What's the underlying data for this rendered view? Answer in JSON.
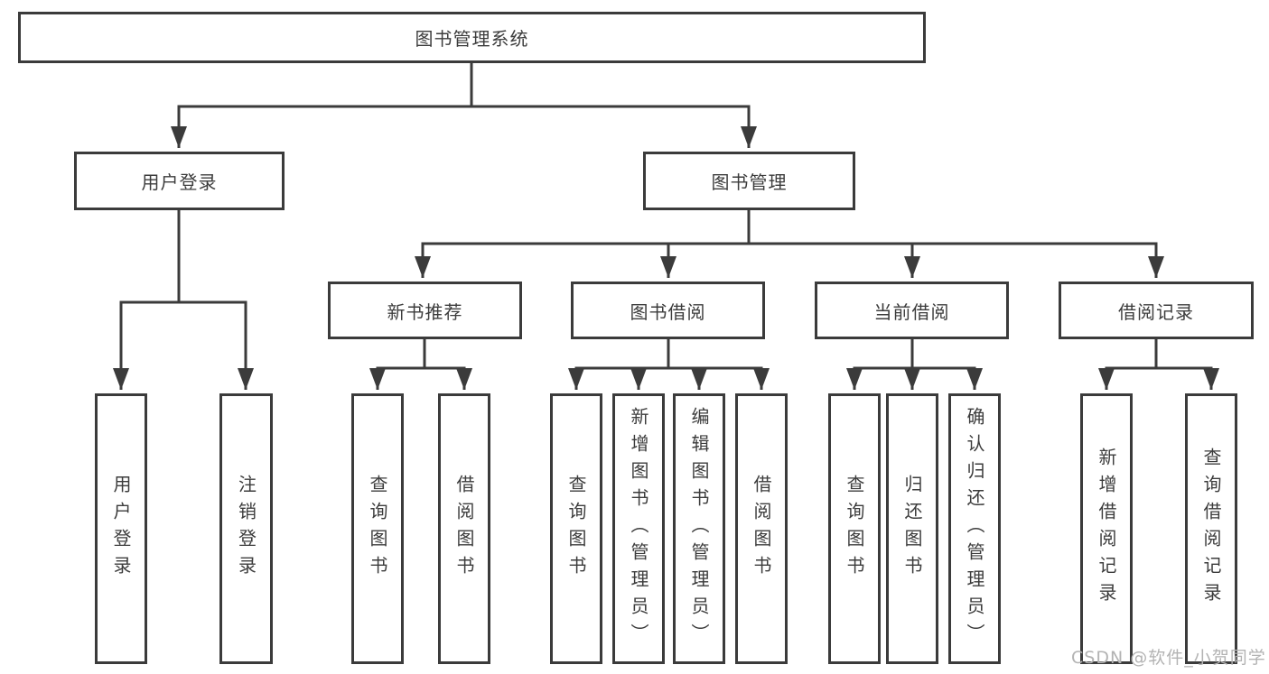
{
  "page": {
    "background_color": "#ffffff",
    "line_color": "#3b3b3b",
    "text_color": "#3c3c3c",
    "watermark_color": "#b3b3b3"
  },
  "diagram": {
    "title": "图书管理系统",
    "level2": {
      "user_login": "用户登录",
      "book_mgmt": "图书管理"
    },
    "level3": {
      "new_book": "新书推荐",
      "book_borrow": "图书借阅",
      "current_borrow": "当前借阅",
      "borrow_record": "借阅记录"
    },
    "leaves": {
      "user_login": "用户登录",
      "logout": "注销登录",
      "nb_query": "查询图书",
      "nb_borrow": "借阅图书",
      "bb_query": "查询图书",
      "bb_add": "新增图书（管理员）",
      "bb_edit": "编辑图书（管理员）",
      "bb_borrow": "借阅图书",
      "cb_query": "查询图书",
      "cb_return": "归还图书",
      "cb_confirm": "确认归还（管理员）",
      "br_add": "新增借阅记录",
      "br_query": "查询借阅记录"
    }
  },
  "watermark": "CSDN @软件_小贺同学"
}
